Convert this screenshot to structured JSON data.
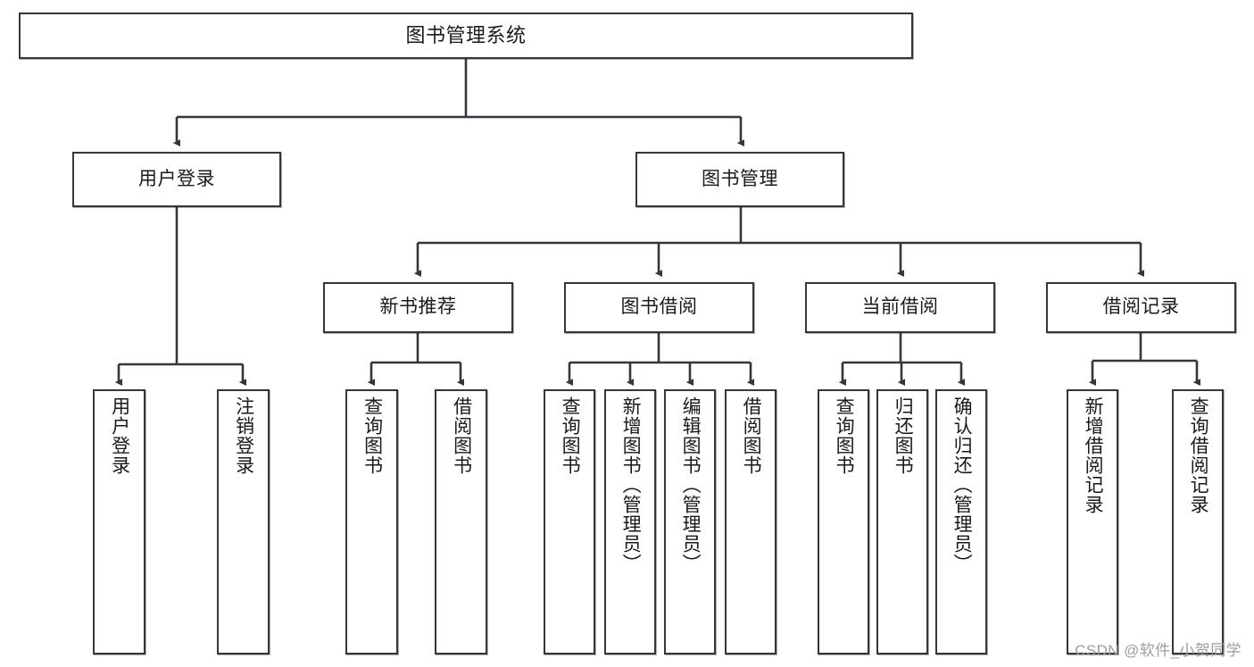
{
  "diagram": {
    "title": "图书管理系统",
    "type": "tree-hierarchy",
    "colors": {
      "border": "#33363b",
      "background": "#ffffff",
      "text": "#1a1a1a",
      "connector": "#33363b",
      "watermark": "#9d9d9d"
    },
    "root": {
      "id": "root",
      "label": "图书管理系统"
    },
    "level2": [
      {
        "id": "user-login",
        "label": "用户登录"
      },
      {
        "id": "book-manage",
        "label": "图书管理"
      }
    ],
    "level3": [
      {
        "id": "new-book-rec",
        "label": "新书推荐"
      },
      {
        "id": "book-borrow",
        "label": "图书借阅"
      },
      {
        "id": "current-borrow",
        "label": "当前借阅"
      },
      {
        "id": "borrow-record",
        "label": "借阅记录"
      }
    ],
    "leaves": {
      "user-login": [
        {
          "id": "leaf-user-login",
          "label": "用户登录"
        },
        {
          "id": "leaf-user-logout",
          "label": "注销登录"
        }
      ],
      "new-book-rec": [
        {
          "id": "leaf-query-book-1",
          "label": "查询图书"
        },
        {
          "id": "leaf-borrow-book-1",
          "label": "借阅图书"
        }
      ],
      "book-borrow": [
        {
          "id": "leaf-query-book-2",
          "label": "查询图书"
        },
        {
          "id": "leaf-add-book",
          "label": "新增图书（管理员）"
        },
        {
          "id": "leaf-edit-book",
          "label": "编辑图书（管理员）"
        },
        {
          "id": "leaf-borrow-book-2",
          "label": "借阅图书"
        }
      ],
      "current-borrow": [
        {
          "id": "leaf-query-book-3",
          "label": "查询图书"
        },
        {
          "id": "leaf-return-book",
          "label": "归还图书"
        },
        {
          "id": "leaf-confirm-return",
          "label": "确认归还（管理员）"
        }
      ],
      "borrow-record": [
        {
          "id": "leaf-add-record",
          "label": "新增借阅记录"
        },
        {
          "id": "leaf-query-record",
          "label": "查询借阅记录"
        }
      ]
    },
    "watermark": "CSDN @软件_小贺同学"
  }
}
